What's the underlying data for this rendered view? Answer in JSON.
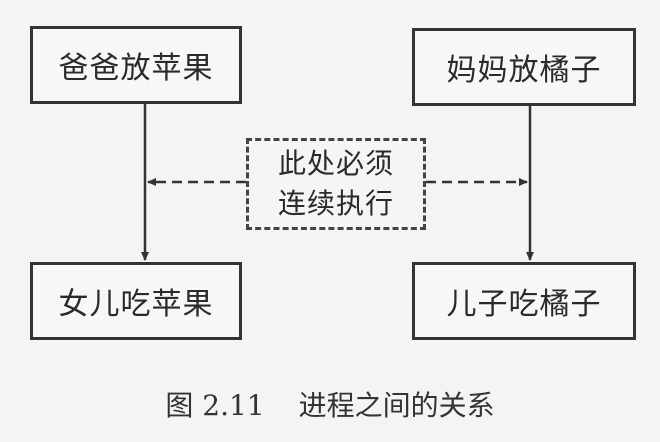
{
  "diagram": {
    "boxes": {
      "dad_puts_apple": "爸爸放苹果",
      "mom_puts_orange": "妈妈放橘子",
      "daughter_eats_apple": "女儿吃苹果",
      "son_eats_orange": "儿子吃橘子"
    },
    "note": {
      "line1": "此处必须",
      "line2": "连续执行"
    }
  },
  "caption": {
    "number": "图 2.11",
    "text": "进程之间的关系"
  }
}
